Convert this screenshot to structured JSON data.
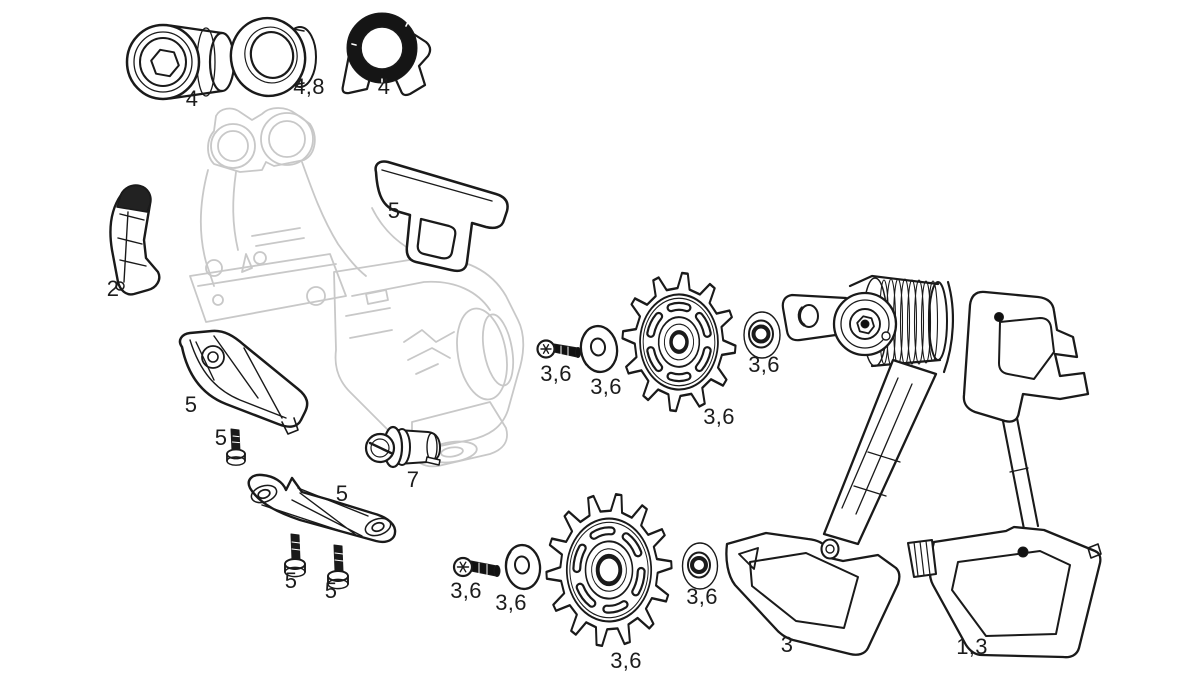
{
  "figure": {
    "background_color": "#ffffff",
    "line_color": "#1a1a1a",
    "ghost_line_color": "#c8c8c8",
    "callouts": [
      "4",
      "4,8",
      "4",
      "2",
      "5",
      "5",
      "5",
      "5",
      "5",
      "5",
      "7",
      "3,6",
      "3,6",
      "3,6",
      "3,6",
      "3,6",
      "3,6",
      "3,6",
      "3,6",
      "3",
      "1,3"
    ]
  }
}
